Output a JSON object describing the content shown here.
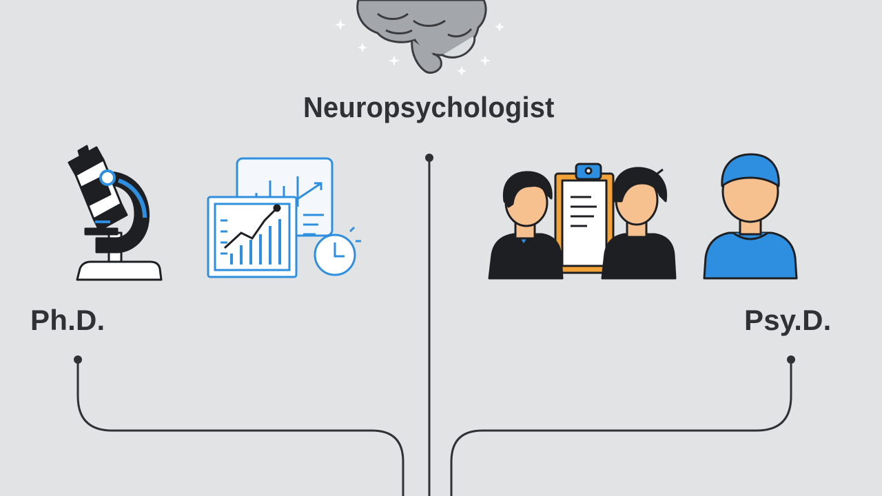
{
  "diagram": {
    "title": "Neuropsychologist",
    "left_branch": {
      "label": "Ph.D."
    },
    "right_branch": {
      "label": "Psy.D."
    }
  },
  "colors": {
    "background": "#e2e3e5",
    "line": "#2f3135",
    "accent_blue": "#2e8fe0",
    "accent_orange": "#f1a33a",
    "skin": "#f6c08f",
    "brain_gray": "#a3a6aa"
  },
  "icons": {
    "top": "brain-icon",
    "left": [
      "microscope-icon",
      "research-chart-icon"
    ],
    "right": [
      "clinicians-with-clipboard-icon",
      "patient-icon"
    ]
  }
}
